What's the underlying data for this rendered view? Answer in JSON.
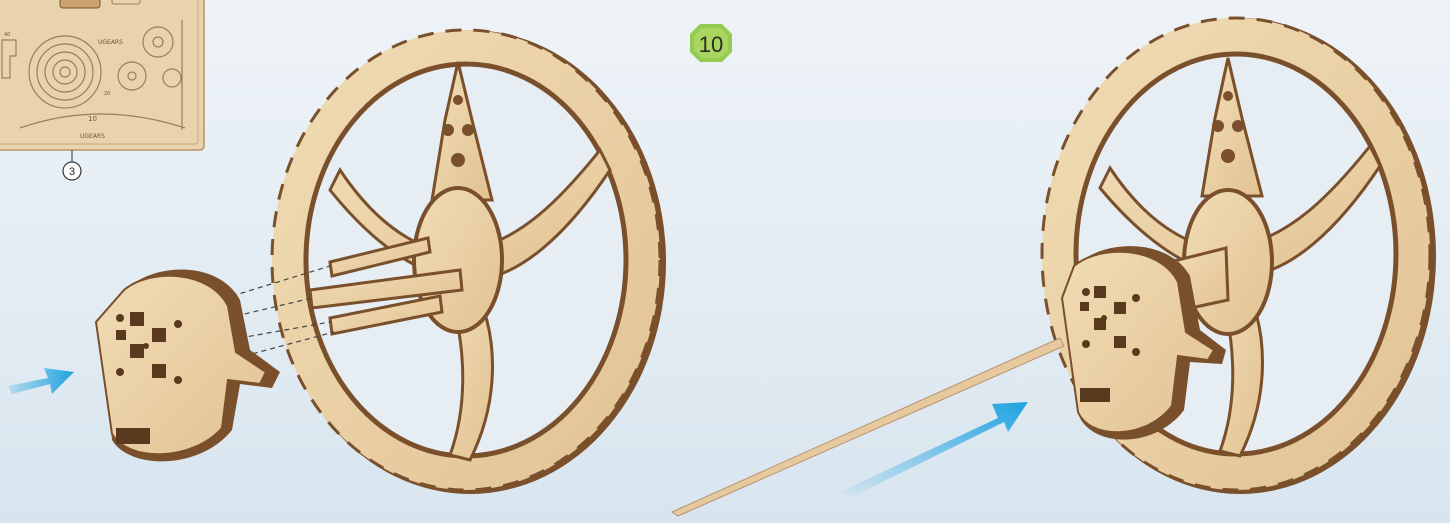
{
  "step": {
    "number": "10"
  },
  "parts_sheet": {
    "brand_label_top": "UGEARS",
    "brand_label_bottom": "UGEARS",
    "part_number_center": "10",
    "small_number_left": "40",
    "small_number_mid": "20",
    "sheet_number": "3"
  },
  "colors": {
    "wood_face": "#ecd2a6",
    "wood_edge": "#7a4f2b",
    "wood_shadow": "#c9a77a",
    "arrow_blue": "#1fa3e0",
    "badge_green": "#8cc63f",
    "background": "#e6eef4"
  },
  "icons": {
    "insert_arrow_left": "arrow-right-icon",
    "insert_arrow_right": "arrow-up-right-icon"
  }
}
